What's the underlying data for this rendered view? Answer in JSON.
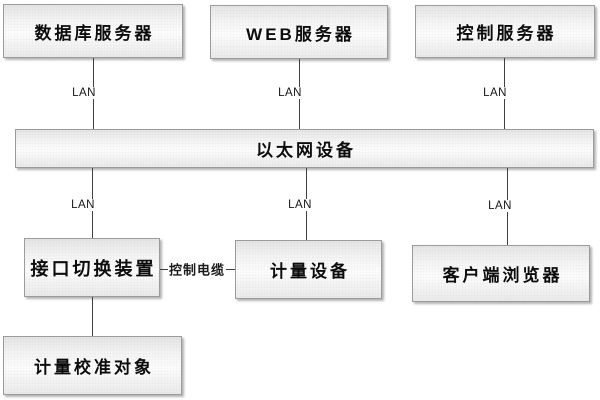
{
  "diagram": {
    "type": "network-topology-diagram",
    "nodes": {
      "db_server": "数据库服务器",
      "web_server": "WEB服务器",
      "control_server": "控制服务器",
      "ethernet": "以太网设备",
      "interface_switch": "接口切换装置",
      "metering_device": "计量设备",
      "client_browser": "客户端浏览器",
      "calibration_object": "计量校准对象"
    },
    "edges": {
      "lan_label": "LAN",
      "control_cable_label": "控制电缆"
    },
    "connections": [
      {
        "from": "数据库服务器",
        "to": "以太网设备",
        "label": "LAN"
      },
      {
        "from": "WEB服务器",
        "to": "以太网设备",
        "label": "LAN"
      },
      {
        "from": "控制服务器",
        "to": "以太网设备",
        "label": "LAN"
      },
      {
        "from": "以太网设备",
        "to": "接口切换装置",
        "label": "LAN"
      },
      {
        "from": "以太网设备",
        "to": "计量设备",
        "label": "LAN"
      },
      {
        "from": "以太网设备",
        "to": "客户端浏览器",
        "label": "LAN"
      },
      {
        "from": "接口切换装置",
        "to": "计量设备",
        "label": "控制电缆"
      },
      {
        "from": "接口切换装置",
        "to": "计量校准对象",
        "label": ""
      }
    ],
    "colors": {
      "background": "#ffffff",
      "box_fill_top": "#e7e7e7",
      "box_fill_center": "#ffffff",
      "box_border": "#9b9b9b",
      "connector_line": "#3f3f3f",
      "text": "#0d0d0d"
    }
  }
}
